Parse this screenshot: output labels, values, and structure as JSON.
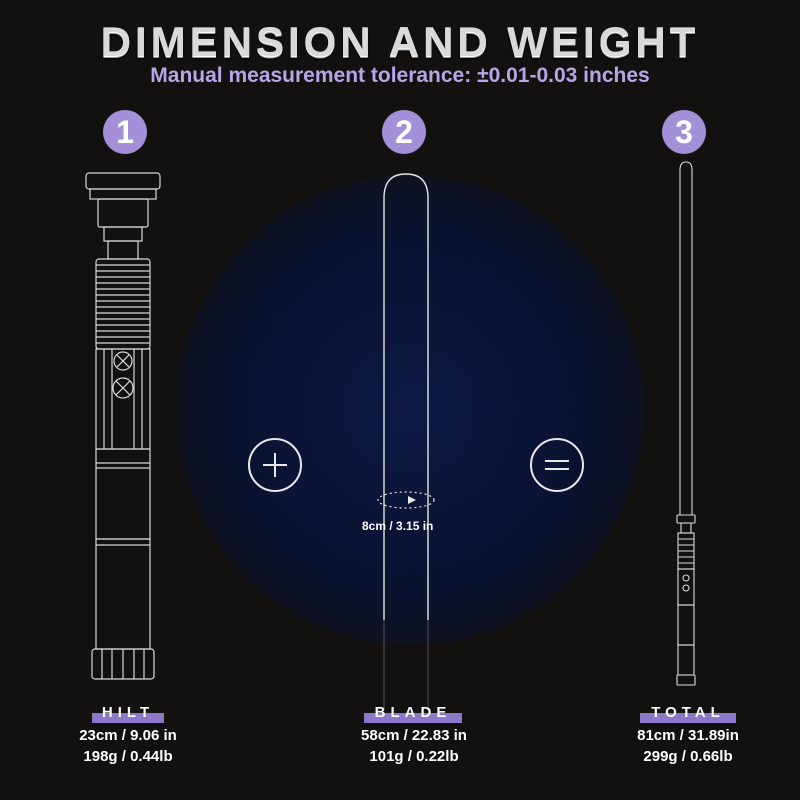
{
  "title": "DIMENSION AND WEIGHT",
  "subtitle": "Manual measurement tolerance: ±0.01-0.03 inches",
  "steps": [
    "1",
    "2",
    "3"
  ],
  "operators": {
    "plus": "plus-icon",
    "equals": "equals-icon"
  },
  "blade_diameter": "8cm / 3.15 in",
  "parts": {
    "hilt": {
      "label": "HILT",
      "length": "23cm / 9.06 in",
      "weight": "198g / 0.44lb"
    },
    "blade": {
      "label": "BLADE",
      "length": "58cm / 22.83 in",
      "weight": "101g / 0.22lb"
    },
    "total": {
      "label": "TOTAL",
      "length": "81cm / 31.89in",
      "weight": "299g / 0.66lb"
    }
  },
  "colors": {
    "accent": "#a48fd9",
    "background": "#121110",
    "glow": "#0d1a45"
  }
}
